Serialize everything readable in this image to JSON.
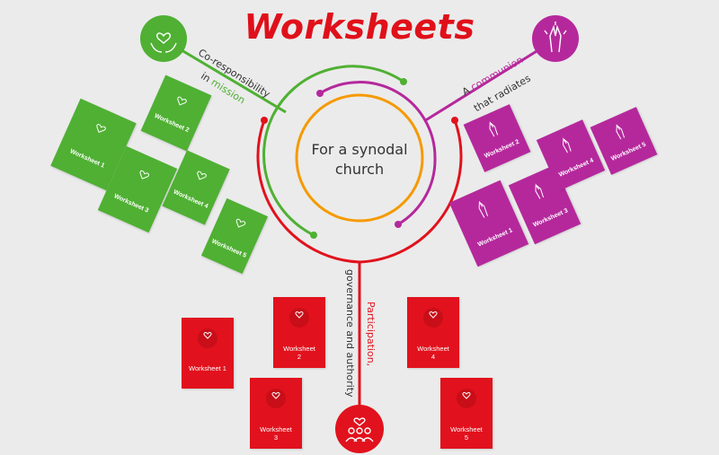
{
  "title": "Worksheets",
  "center": {
    "line1": "For a synodal",
    "line2": "church"
  },
  "branches": {
    "green": {
      "label_part1": "Co-responsibility",
      "label_part2": "in",
      "label_highlight": "mission",
      "color": "#4fb033",
      "icon": "hands-heart-icon"
    },
    "purple": {
      "label_part1": "A",
      "label_highlight": "communion",
      "label_part2": "that radiates",
      "color": "#b5289c",
      "icon": "praying-hands-icon"
    },
    "red": {
      "label_highlight": "Participation,",
      "label_part2": "governance and authority",
      "color": "#e1121d",
      "icon": "people-heart-icon"
    }
  },
  "green_cards": [
    "Worksheet 1",
    "Worksheet 2",
    "Worksheet 3",
    "Worksheet 4",
    "Worksheet 5"
  ],
  "purple_cards": [
    "Worksheet 1",
    "Worksheet 2",
    "Worksheet 3",
    "Worksheet 4",
    "Worksheet 5"
  ],
  "red_cards": [
    "Worksheet 1",
    "Worksheet\n2",
    "Worksheet\n3",
    "Worksheet\n4",
    "Worksheet\n5"
  ]
}
